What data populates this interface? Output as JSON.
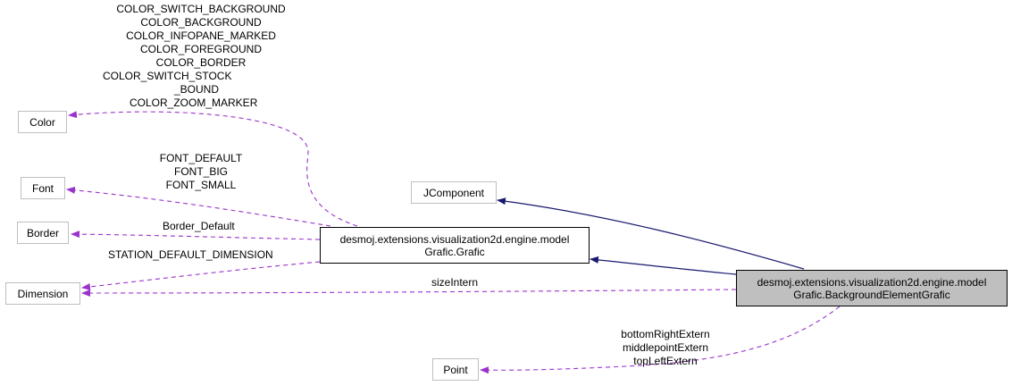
{
  "nodes": {
    "color": "Color",
    "font": "Font",
    "border": "Border",
    "dimension": "Dimension",
    "point": "Point",
    "jcomponent": "JComponent",
    "grafic": [
      "desmoj.extensions.visualization2d.engine.model",
      "Grafic.Grafic"
    ],
    "background_element": [
      "desmoj.extensions.visualization2d.engine.model",
      "Grafic.BackgroundElementGrafic"
    ]
  },
  "edge_labels": {
    "color": [
      "COLOR_SWITCH_BACKGROUND",
      "COLOR_BACKGROUND",
      "COLOR_INFOPANE_MARKED",
      "COLOR_FOREGROUND",
      "COLOR_BORDER",
      "COLOR_SWITCH_STOCK",
      "_BOUND",
      "COLOR_ZOOM_MARKER"
    ],
    "font": [
      "FONT_DEFAULT",
      "FONT_BIG",
      "FONT_SMALL"
    ],
    "border": "Border_Default",
    "station_dimension": "STATION_DEFAULT_DIMENSION",
    "size_intern": "sizeIntern",
    "point": [
      "bottomRightExtern",
      "middlepointExtern",
      "topLeftExtern"
    ]
  },
  "colors": {
    "inheritance_edge": "#191970",
    "usage_edge": "#9a32cd",
    "focus_fill": "#bfbfbf",
    "node_border_gray": "#bfbfbf"
  }
}
